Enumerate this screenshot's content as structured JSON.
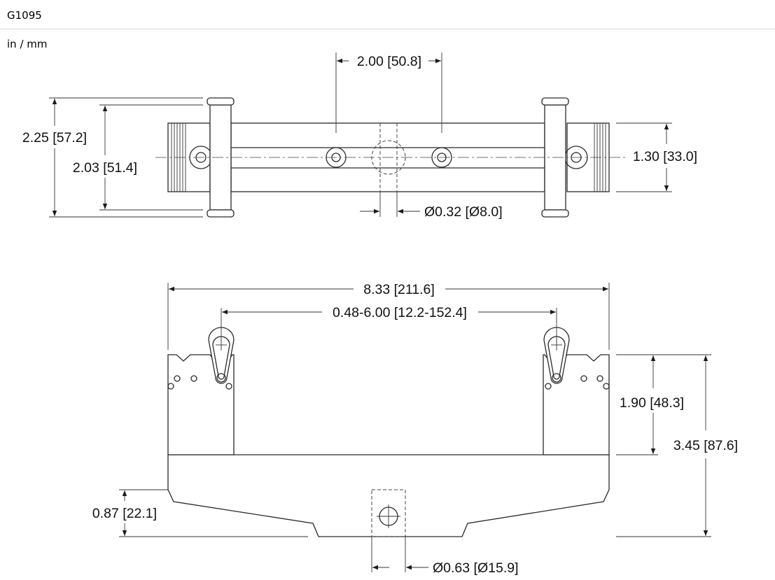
{
  "page": {
    "title": "G1095",
    "units": "in / mm"
  },
  "top_view": {
    "dim_hole_spacing": "2.00 [50.8]",
    "dim_overall_height": "2.25 [57.2]",
    "dim_inner_height": "2.03 [51.4]",
    "dim_end_height": "1.30 [33.0]",
    "dim_hole_diameter": "Ø0.32 [Ø8.0]"
  },
  "front_view": {
    "dim_overall_width": "8.33 [211.6]",
    "dim_adjust_range": "0.48-6.00 [12.2-152.4]",
    "dim_upper_height": "1.90 [48.3]",
    "dim_total_height": "3.45 [87.6]",
    "dim_base_height": "0.87 [22.1]",
    "dim_base_hole": "Ø0.63 [Ø15.9]"
  }
}
